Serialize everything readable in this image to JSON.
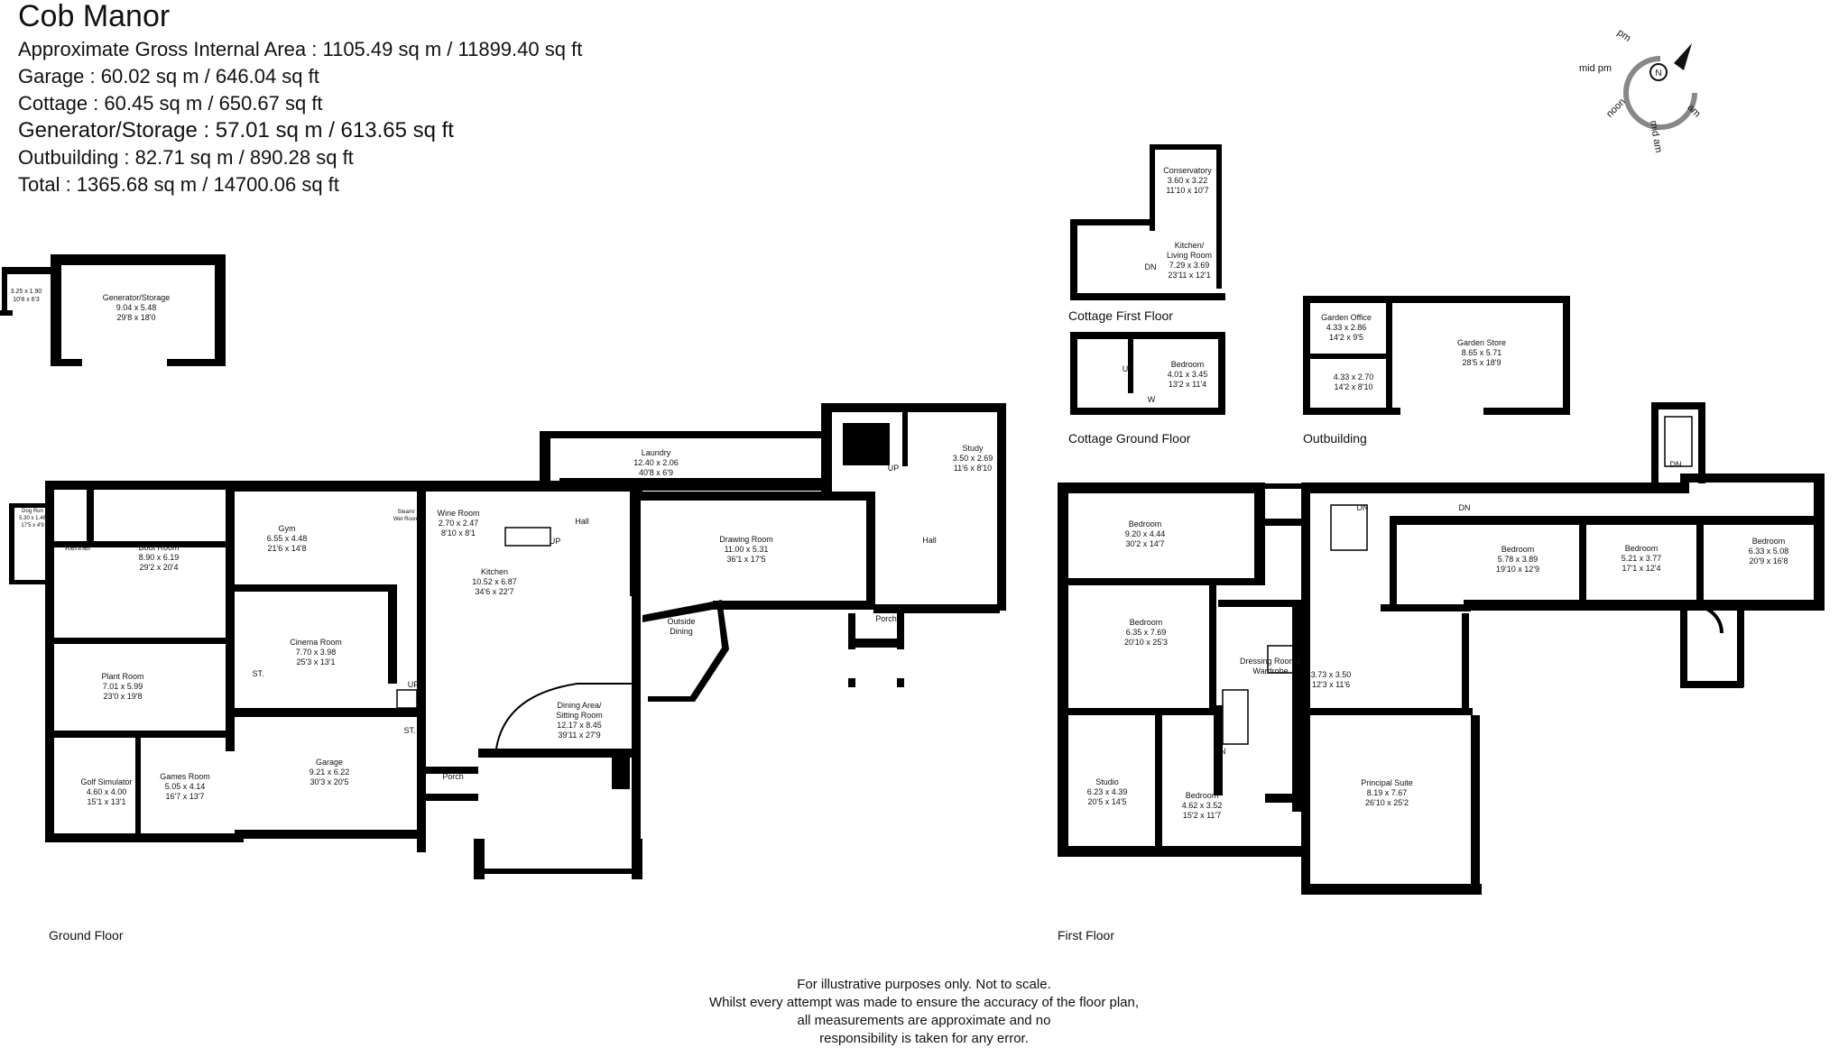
{
  "header": {
    "title": "Cob Manor",
    "areas": [
      "Approximate Gross Internal Area : 1105.49 sq m / 11899.40 sq ft",
      "Garage : 60.02 sq m / 646.04 sq ft",
      "Cottage : 60.45 sq m / 650.67 sq ft",
      "Generator/Storage : 57.01 sq m / 613.65 sq ft",
      "Outbuilding : 82.71 sq m / 890.28 sq ft",
      "Total : 1365.68 sq m / 14700.06 sq ft"
    ]
  },
  "compass": {
    "pm": "pm",
    "mid_pm": "mid pm",
    "noon": "noon",
    "mid_am": "mid am",
    "am": "am",
    "north": "N"
  },
  "floor_labels": {
    "ground": "Ground Floor",
    "first": "First Floor",
    "cottage_first": "Cottage First Floor",
    "cottage_ground": "Cottage Ground Floor",
    "outbuilding": "Outbuilding"
  },
  "markers": {
    "up": "UP",
    "dn": "DN",
    "st": "ST.",
    "w": "W"
  },
  "rooms": {
    "store_small": [
      "3.25 x 1.90",
      "10'8 x 6'3"
    ],
    "generator": [
      "Generator/Storage",
      "9.04 x 5.48",
      "29'8 x 18'0"
    ],
    "dog_run": [
      "Dog Run",
      "5.30 x 1.46",
      "17'5 x 4'9"
    ],
    "kennel": [
      "Kennel"
    ],
    "boot_room": [
      "Boot Room",
      "8.90 x 6.19",
      "29'2 x 20'4"
    ],
    "plant_room": [
      "Plant Room",
      "7.01 x 5.99",
      "23'0 x 19'8"
    ],
    "golf": [
      "Golf Simulator",
      "4.60 x 4.00",
      "15'1 x 13'1"
    ],
    "games": [
      "Games Room",
      "5.05 x 4.14",
      "16'7 x 13'7"
    ],
    "gym": [
      "Gym",
      "6.55 x 4.48",
      "21'6 x 14'8"
    ],
    "sauna": [
      "Steam/",
      "Wet Room"
    ],
    "cinema": [
      "Cinema Room",
      "7.70 x 3.98",
      "25'3 x 13'1"
    ],
    "garage": [
      "Garage",
      "9.21 x 6.22",
      "30'3 x 20'5"
    ],
    "wine": [
      "Wine Room",
      "2.70 x 2.47",
      "8'10 x 8'1"
    ],
    "kitchen": [
      "Kitchen",
      "10.52 x 6.87",
      "34'6 x 22'7"
    ],
    "laundry": [
      "Laundry",
      "12.40 x 2.06",
      "40'8 x 6'9"
    ],
    "hall_gf1": [
      "Hall"
    ],
    "drawing": [
      "Drawing Room",
      "11.00 x 5.31",
      "36'1 x 17'5"
    ],
    "study": [
      "Study",
      "3.50 x 2.69",
      "11'6 x 8'10"
    ],
    "hall_gf2": [
      "Hall"
    ],
    "porch_1": [
      "Porch"
    ],
    "porch_2": [
      "Porch"
    ],
    "outside_dining": [
      "Outside",
      "Dining"
    ],
    "dining": [
      "Dining Area/",
      "Sitting Room",
      "12.17 x 8.45",
      "39'11 x 27'9"
    ],
    "conservatory": [
      "Conservatory",
      "3.60 x 3.22",
      "11'10 x 10'7"
    ],
    "cottage_kitchen": [
      "Kitchen/",
      "Living Room",
      "7.29 x 3.69",
      "23'11 x 12'1"
    ],
    "cottage_bed": [
      "Bedroom",
      "4.01 x 3.45",
      "13'2 x 11'4"
    ],
    "garden_office": [
      "Garden Office",
      "4.33 x 2.86",
      "14'2 x 9'5"
    ],
    "garden_store": [
      "Garden Store",
      "8.65 x 5.71",
      "28'5 x 18'9"
    ],
    "ob_room": [
      "4.33 x 2.70",
      "14'2 x 8'10"
    ],
    "ff_bed1": [
      "Bedroom",
      "9.20 x 4.44",
      "30'2 x 14'7"
    ],
    "ff_bed2": [
      "Bedroom",
      "6.35 x 7.69",
      "20'10 x 25'3"
    ],
    "ff_studio": [
      "Studio",
      "6.23 x 4.39",
      "20'5 x 14'5"
    ],
    "ff_bed3": [
      "Bedroom",
      "4.62 x 3.52",
      "15'2 x 11'7"
    ],
    "ff_dressing": [
      "Dressing Room&",
      "Wardrobe"
    ],
    "ff_room": [
      "3.73 x 3.50",
      "12'3 x 11'6"
    ],
    "ff_principal": [
      "Principal Suite",
      "8.19 x 7.67",
      "26'10 x 25'2"
    ],
    "ff_bed4": [
      "Bedroom",
      "5.78 x 3.89",
      "19'10 x 12'9"
    ],
    "ff_bed5": [
      "Bedroom",
      "5.21 x 3.77",
      "17'1 x 12'4"
    ],
    "ff_bed6": [
      "Bedroom",
      "6.33 x 5.08",
      "20'9 x 16'8"
    ]
  },
  "disclaimer": [
    "For illustrative purposes only. Not to scale.",
    "Whilst every attempt was made to ensure the accuracy of the floor plan,",
    "all measurements are approximate and no",
    "responsibility is taken for any error."
  ]
}
